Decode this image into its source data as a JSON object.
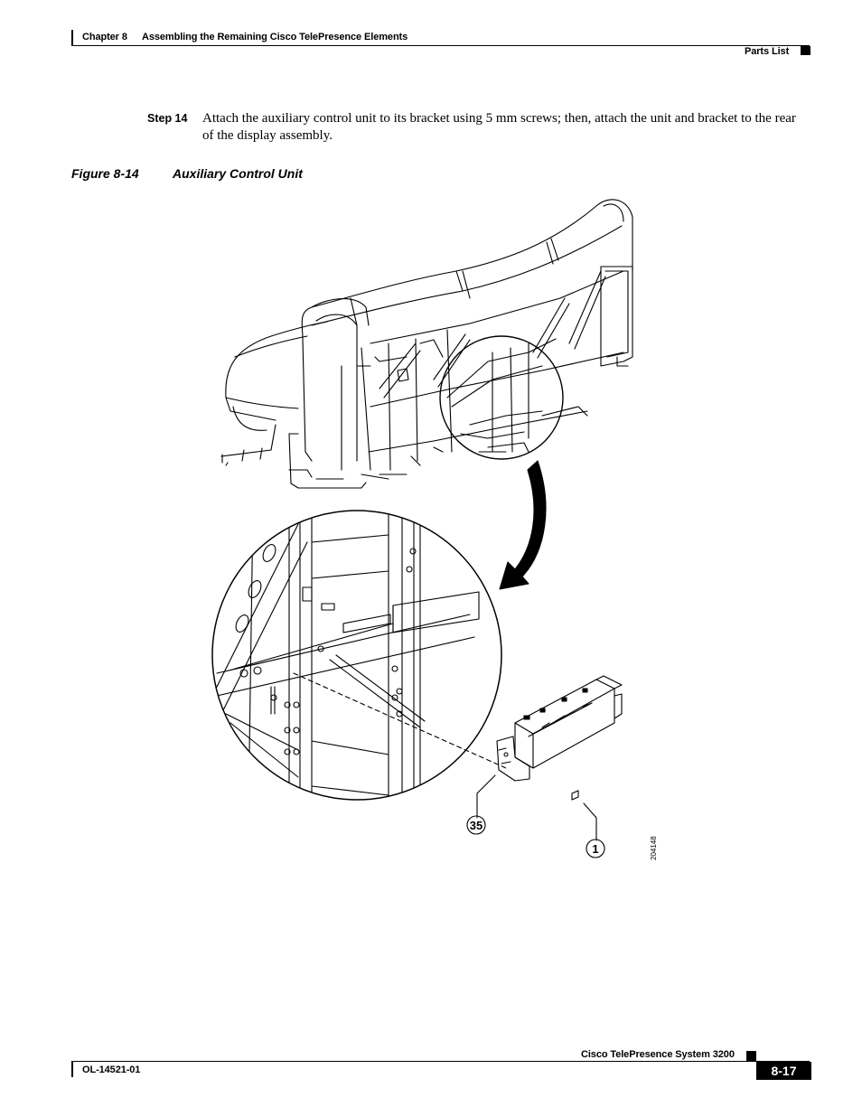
{
  "header": {
    "chapter": "Chapter 8",
    "chapter_title": "Assembling the Remaining Cisco TelePresence Elements",
    "section": "Parts List"
  },
  "step": {
    "label": "Step 14",
    "text": "Attach the auxiliary control unit to its bracket using 5 mm screws; then, attach the unit and bracket to the rear of the display assembly."
  },
  "figure": {
    "number": "Figure 8-14",
    "title": "Auxiliary Control Unit",
    "callout_bracket": "35",
    "callout_screw": "1",
    "art_id": "204148"
  },
  "footer": {
    "product": "Cisco TelePresence System 3200",
    "doc_number": "OL-14521-01",
    "page": "8-17"
  }
}
